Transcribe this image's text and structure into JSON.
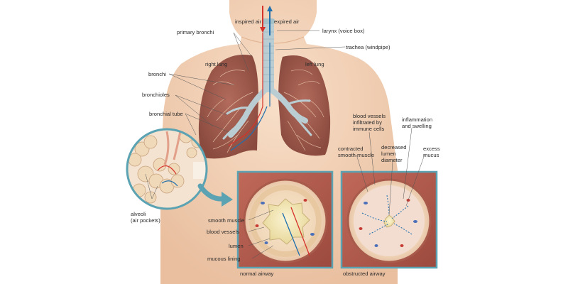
{
  "labels": {
    "inspired_air": "inspired air",
    "expired_air": "expired air",
    "larynx": "larynx (voice box)",
    "trachea": "trachea (windpipe)",
    "primary_bronchi": "primary bronchi",
    "right_lung": "right lung",
    "left_lung": "left lung",
    "bronchi": "bronchi",
    "bronchioles": "bronchioles",
    "bronchial_tube": "bronchial tube",
    "alveoli": "alveoli\n(air pockets)",
    "smooth_muscle": "smooth muscle",
    "blood_vessels": "blood vessels",
    "lumen": "lumen",
    "mucous_lining": "mucous lining",
    "normal_airway": "normal airway",
    "obstructed_airway": "obstructed airway",
    "blood_vessels_infiltrated": "blood vessels\ninfiltrated by\nimmune cells",
    "inflammation": "inflammation\nand swelling",
    "contracted_smooth_muscle": "contracted\nsmooth muscle",
    "decreased_lumen": "decreased\nlumen\ndiameter",
    "excess_mucus": "excess\nmucus"
  },
  "colors": {
    "skin": "#f3d3b8",
    "lung": "#9b5a4d",
    "trachea": "#b9cdd2",
    "inspired_arrow": "#d6312a",
    "expired_arrow": "#1f6fae",
    "panel_border": "#5ba3b3",
    "mucus": "#f3e6b4"
  }
}
